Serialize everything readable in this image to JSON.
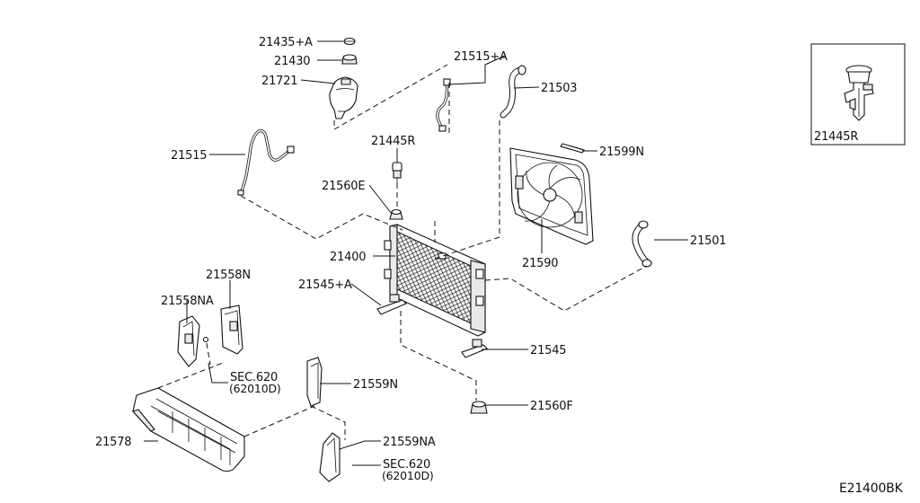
{
  "diagram_code": "E21400BK",
  "labels": {
    "p21435a": "21435+A",
    "p21430": "21430",
    "p21721": "21721",
    "p21515a": "21515+A",
    "p21503": "21503",
    "p21515": "21515",
    "p21445r": "21445R",
    "p21599n": "21599N",
    "p21560e": "21560E",
    "p21590": "21590",
    "p21400": "21400",
    "p21501": "21501",
    "p21558n": "21558N",
    "p21558na": "21558NA",
    "p21545a": "21545+A",
    "p21545": "21545",
    "sec620_a": "SEC.620",
    "sec620_a_ref": "(62010D)",
    "p21559n": "21559N",
    "p21560f": "21560F",
    "p21578": "21578",
    "p21559na": "21559NA",
    "sec620_b": "SEC.620",
    "sec620_b_ref": "(62010D)"
  },
  "inset": {
    "label": "21445R"
  }
}
